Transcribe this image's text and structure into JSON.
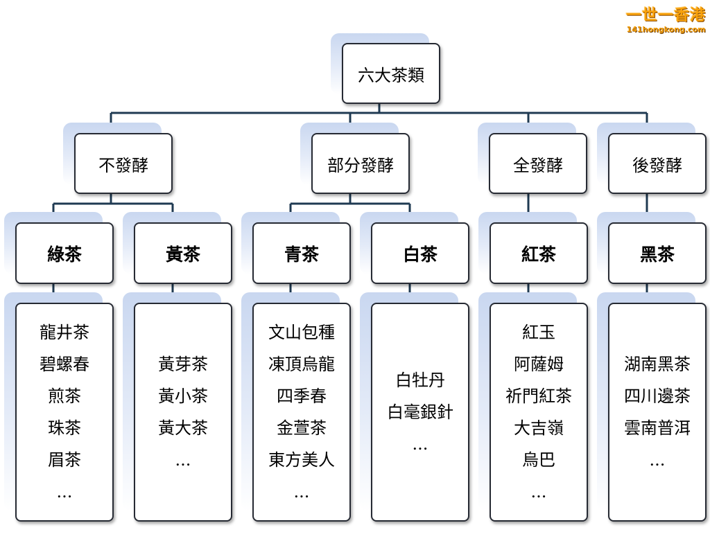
{
  "logo": {
    "main": "一世一香港",
    "sub": "141hongkong.com"
  },
  "root": {
    "label": "六大茶類"
  },
  "categories": [
    {
      "label": "不發酵"
    },
    {
      "label": "部分發酵"
    },
    {
      "label": "全發酵"
    },
    {
      "label": "後發酵"
    }
  ],
  "teas": [
    {
      "label": "綠茶",
      "examples": [
        "龍井茶",
        "碧螺春",
        "煎茶",
        "珠茶",
        "眉茶",
        "..."
      ]
    },
    {
      "label": "黃茶",
      "examples": [
        "黃芽茶",
        "黃小茶",
        "黃大茶",
        "..."
      ]
    },
    {
      "label": "青茶",
      "examples": [
        "文山包種",
        "凍頂烏龍",
        "四季春",
        "金萱茶",
        "東方美人",
        "..."
      ]
    },
    {
      "label": "白茶",
      "examples": [
        "白牡丹",
        "白毫銀針",
        "..."
      ]
    },
    {
      "label": "紅茶",
      "examples": [
        "紅玉",
        "阿薩姆",
        "祈門紅茶",
        "大吉嶺",
        "烏巴",
        "..."
      ]
    },
    {
      "label": "黑茶",
      "examples": [
        "湖南黑茶",
        "四川邊茶",
        "雲南普洱",
        "..."
      ]
    }
  ]
}
